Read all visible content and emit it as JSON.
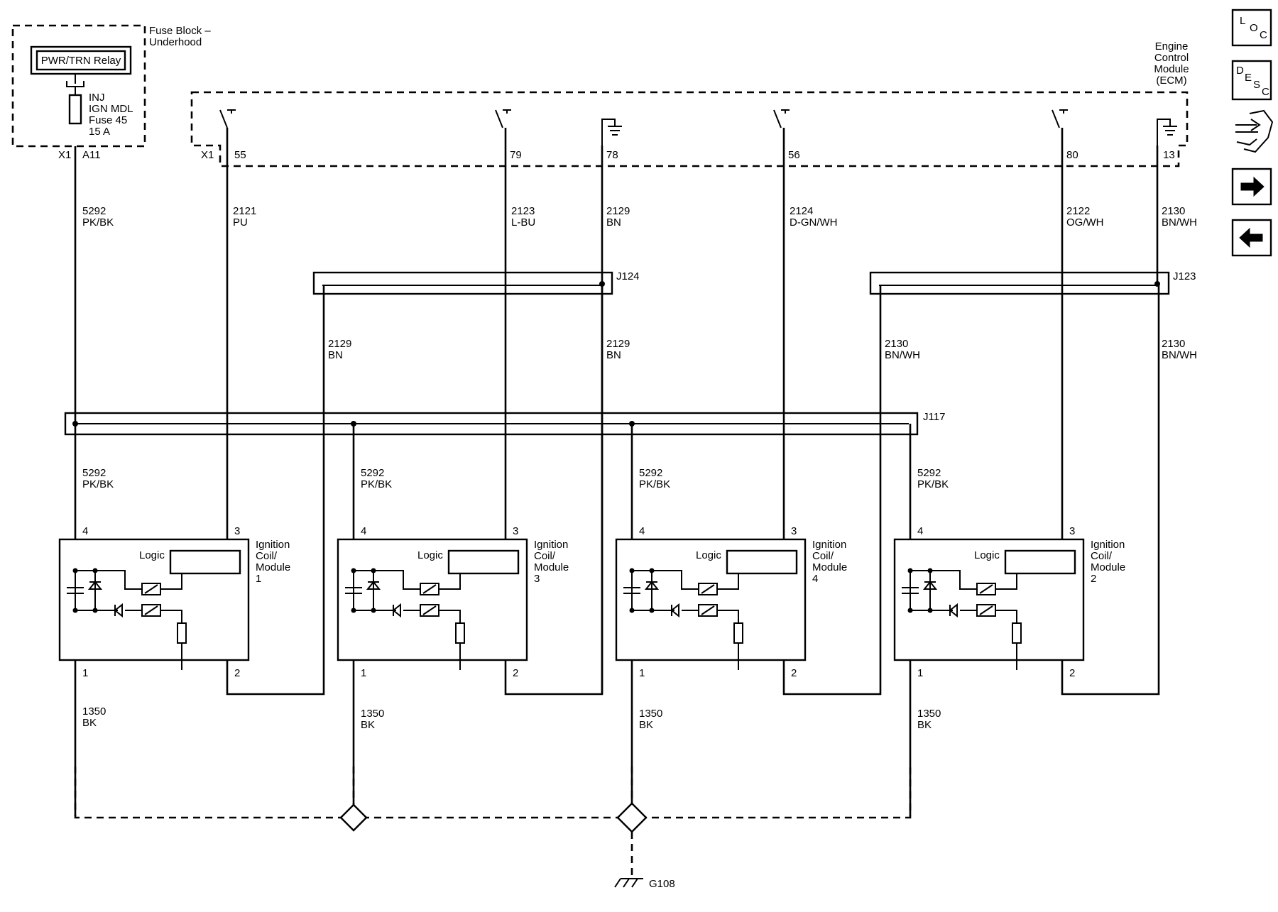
{
  "fuse_block": {
    "title_line1": "Fuse Block –",
    "title_line2": "Underhood",
    "relay": "PWR/TRN Relay",
    "fuse_line1": "INJ",
    "fuse_line2": "IGN MDL",
    "fuse_line3": "Fuse 45",
    "fuse_line4": "15 A",
    "connector": "X1",
    "pin": "A11"
  },
  "ecm": {
    "title_line1": "Engine",
    "title_line2": "Control",
    "title_line3": "Module",
    "title_line4": "(ECM)",
    "connector": "X1",
    "pins": [
      "55",
      "79",
      "78",
      "56",
      "80",
      "13"
    ]
  },
  "wires_top": [
    {
      "circuit": "5292",
      "color": "PK/BK"
    },
    {
      "circuit": "2121",
      "color": "PU"
    },
    {
      "circuit": "2123",
      "color": "L-BU"
    },
    {
      "circuit": "2129",
      "color": "BN"
    },
    {
      "circuit": "2124",
      "color": "D-GN/WH"
    },
    {
      "circuit": "2122",
      "color": "OG/WH"
    },
    {
      "circuit": "2130",
      "color": "BN/WH"
    }
  ],
  "splices": {
    "j124": "J124",
    "j123": "J123",
    "j117": "J117"
  },
  "wires_mid": [
    {
      "circuit": "2129",
      "color": "BN"
    },
    {
      "circuit": "2129",
      "color": "BN"
    },
    {
      "circuit": "2130",
      "color": "BN/WH"
    },
    {
      "circuit": "2130",
      "color": "BN/WH"
    }
  ],
  "coil_feed": {
    "circuit": "5292",
    "color": "PK/BK"
  },
  "coils": [
    {
      "label_line1": "Ignition",
      "label_line2": "Coil/",
      "label_line3": "Module",
      "number": "1",
      "logic": "Logic",
      "pin_a": "4",
      "pin_b": "3",
      "pin_c": "1",
      "pin_d": "2"
    },
    {
      "label_line1": "Ignition",
      "label_line2": "Coil/",
      "label_line3": "Module",
      "number": "3",
      "logic": "Logic",
      "pin_a": "4",
      "pin_b": "3",
      "pin_c": "1",
      "pin_d": "2"
    },
    {
      "label_line1": "Ignition",
      "label_line2": "Coil/",
      "label_line3": "Module",
      "number": "4",
      "logic": "Logic",
      "pin_a": "4",
      "pin_b": "3",
      "pin_c": "1",
      "pin_d": "2"
    },
    {
      "label_line1": "Ignition",
      "label_line2": "Coil/",
      "label_line3": "Module",
      "number": "2",
      "logic": "Logic",
      "pin_a": "4",
      "pin_b": "3",
      "pin_c": "1",
      "pin_d": "2"
    }
  ],
  "ground_wire": {
    "circuit": "1350",
    "color": "BK"
  },
  "ground": "G108",
  "nav": {
    "loc": [
      "L",
      "O",
      "C"
    ],
    "desc": [
      "D",
      "E",
      "S",
      "C"
    ]
  },
  "colors": {
    "ink": "#000000",
    "background": "#ffffff"
  }
}
